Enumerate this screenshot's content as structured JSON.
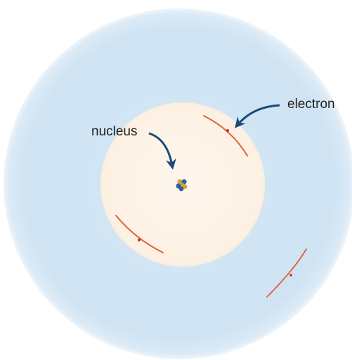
{
  "labels": {
    "nucleus": "nucleus",
    "electron": "electron"
  },
  "colors": {
    "outer_cloud": "#cfe3f3",
    "inner_cloud": "#fdf3e6",
    "electron_trail": "#e0502a",
    "arrow": "#1a4a78",
    "nucleus_blue": "#2f5fa5",
    "nucleus_gold": "#d4a72c"
  },
  "diagram": {
    "electron_count": 3,
    "nucleus_particle_count": 6
  }
}
